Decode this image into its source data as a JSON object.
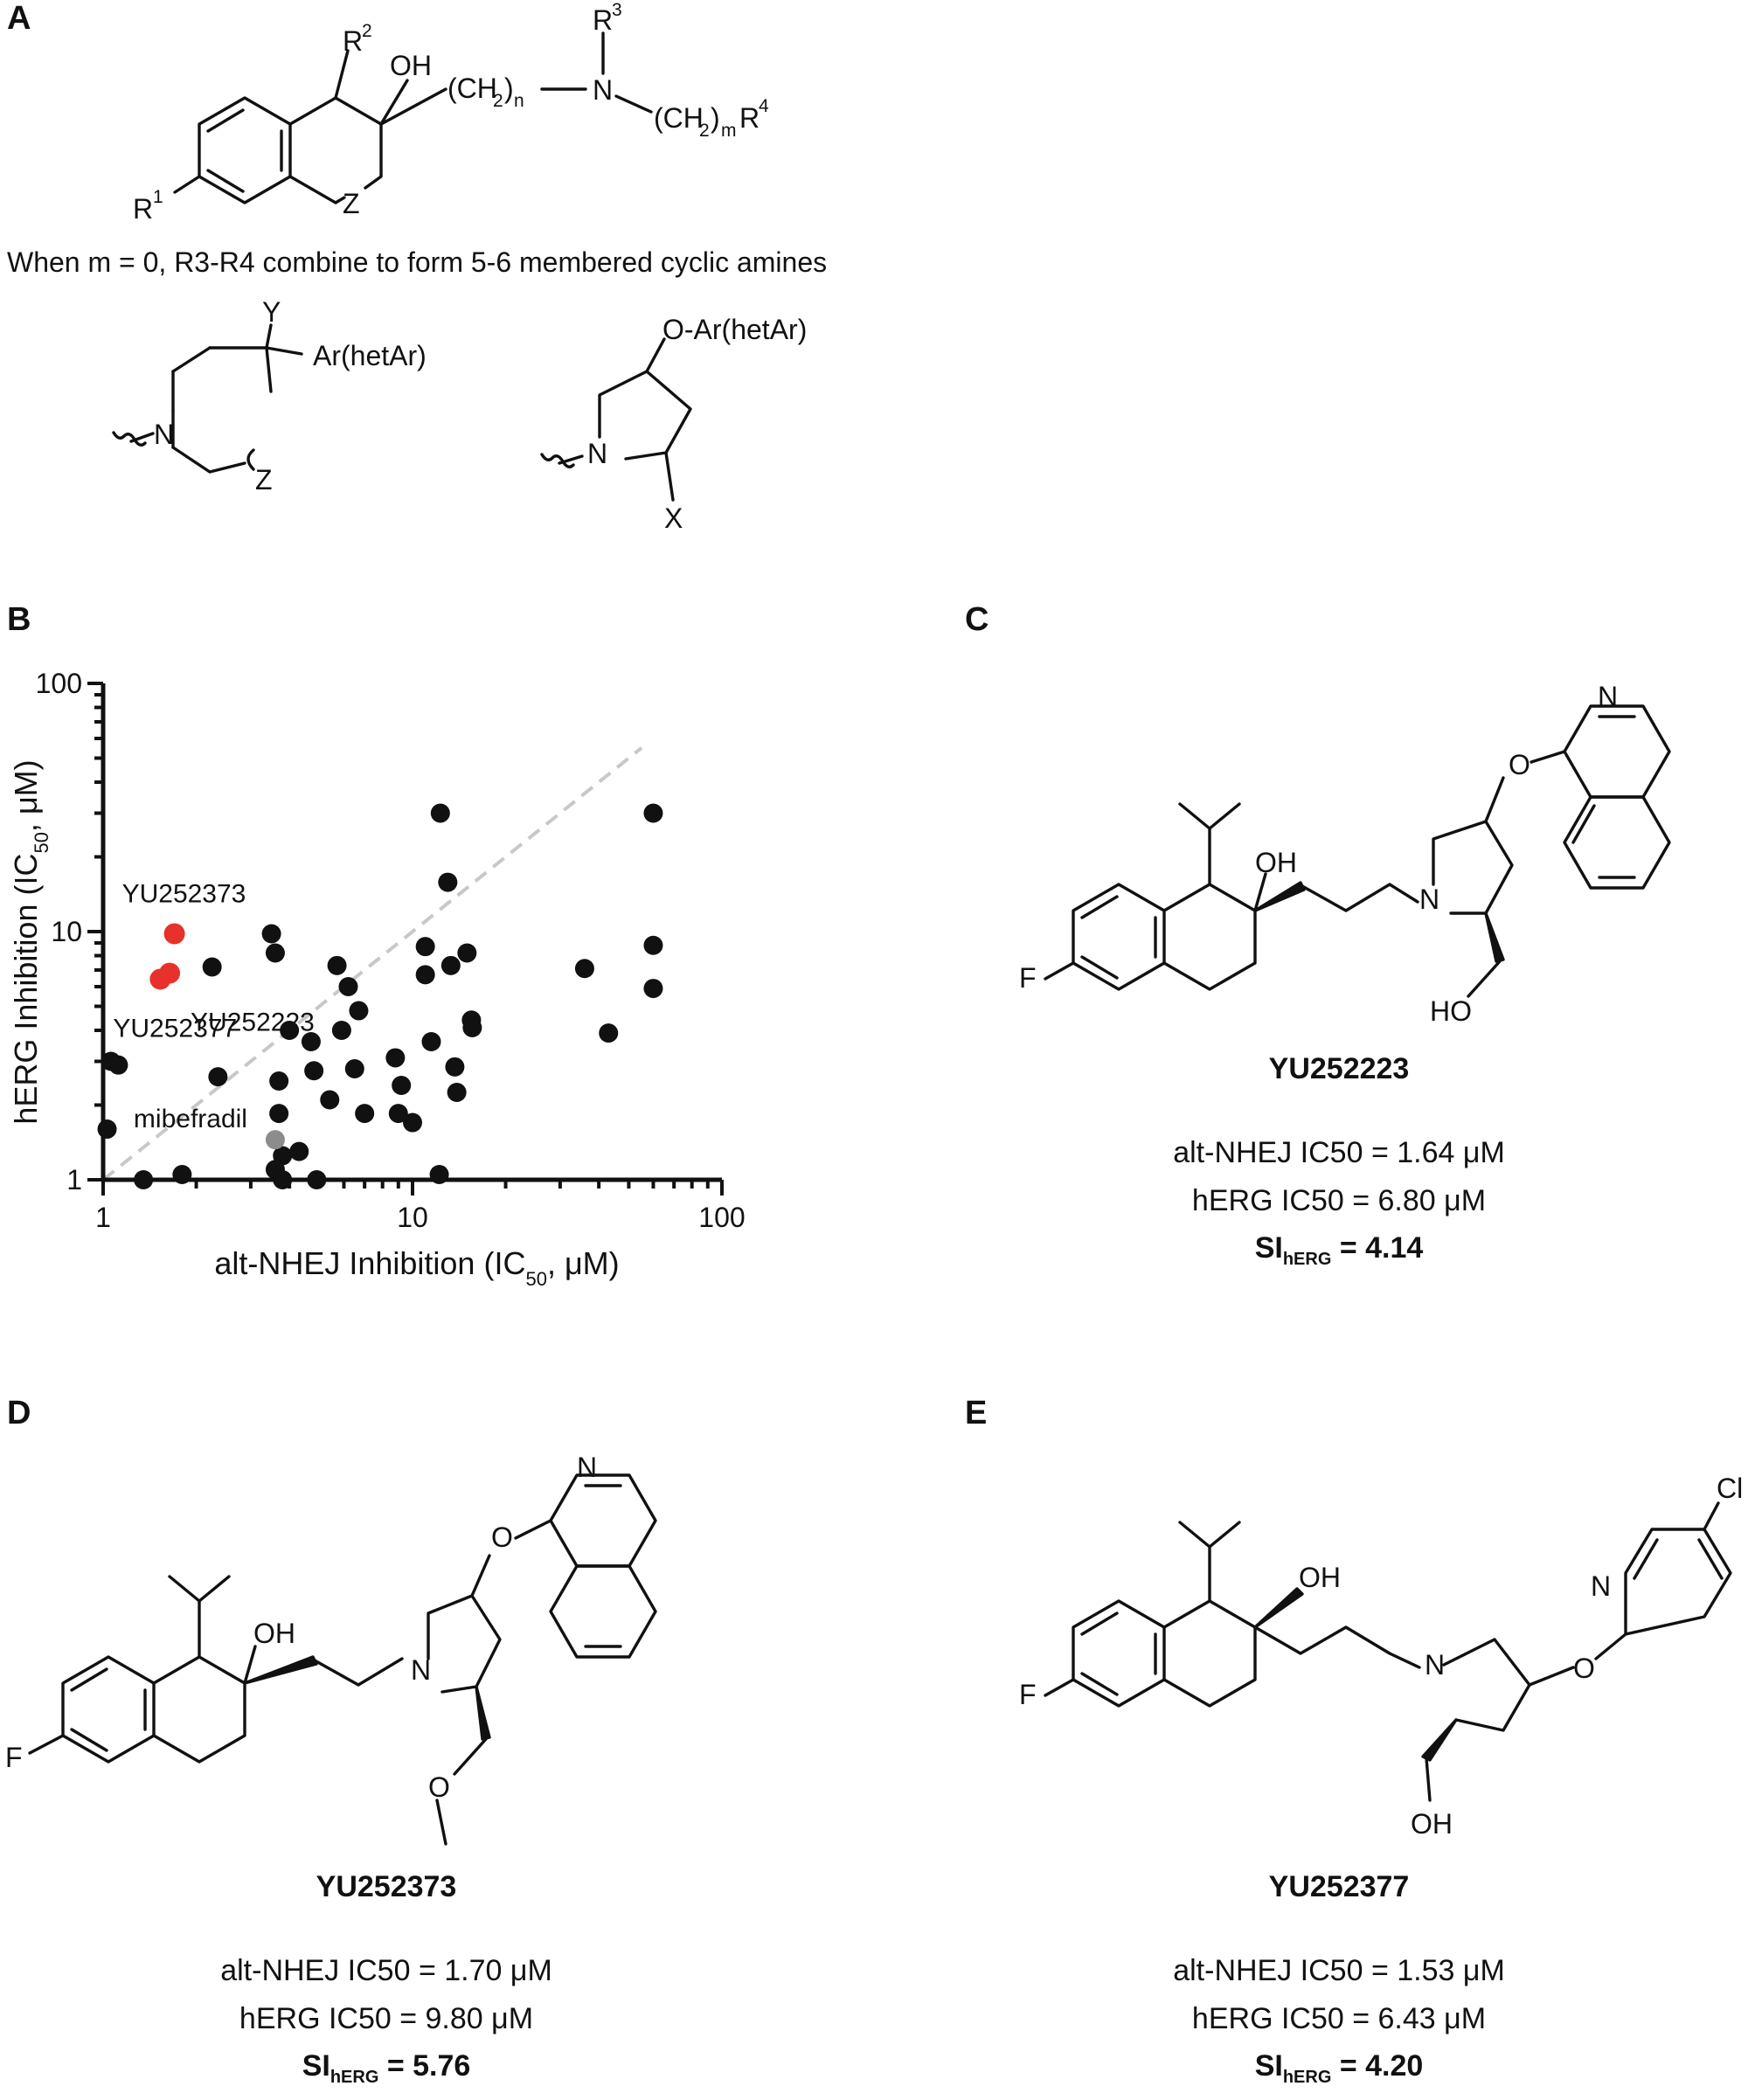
{
  "panels": {
    "a": "A",
    "b": "B",
    "c": "C",
    "d": "D",
    "e": "E"
  },
  "panel_a": {
    "note": "When m = 0, R3-R4 combine to form 5-6 membered cyclic amines",
    "labels": {
      "r1": "R",
      "r1_sup": "1",
      "r2": "R",
      "r2_sup": "2",
      "r3": "R",
      "r3_sup": "3",
      "r4_group": "(CH",
      "r4_group_sub": "2",
      "r4_group_close": ")",
      "r4_m": "m",
      "r4": "R",
      "r4_sup": "4",
      "oh": "OH",
      "chain_n": "(CH",
      "chain_n_sub": "2",
      "chain_n_close": ")",
      "chain_n_n": "n",
      "amine_n": "N",
      "z": "Z",
      "pip_y": "Y",
      "pip_ar": "Ar(hetAr)",
      "pip_n": "N",
      "pip_z": "Z",
      "pyr_oar": "O-Ar(hetAr)",
      "pyr_n": "N",
      "pyr_x": "X"
    }
  },
  "compounds": [
    {
      "id": "c",
      "name": "YU252223",
      "line1": "alt-NHEJ IC50 = 1.64 μM",
      "line2": "hERG IC50 =  6.80 μM",
      "si_prefix": "SI",
      "si_sub": "hERG",
      "si_value": " = 4.14",
      "atoms": {
        "f": "F",
        "oh": "OH",
        "n": "N",
        "o": "O",
        "ring_n": "N",
        "ho": "HO"
      }
    },
    {
      "id": "d",
      "name": "YU252373",
      "line1": "alt-NHEJ IC50 = 1.70 μM",
      "line2": "hERG IC50 =  9.80 μM",
      "si_prefix": "SI",
      "si_sub": "hERG",
      "si_value": " = 5.76",
      "atoms": {
        "f": "F",
        "oh": "OH",
        "n": "N",
        "o": "O",
        "ring_n": "N",
        "ome": "O"
      }
    },
    {
      "id": "e",
      "name": "YU252377",
      "line1": "alt-NHEJ IC50 = 1.53 μM",
      "line2": "hERG IC50 =  6.43 μM",
      "si_prefix": "SI",
      "si_sub": "hERG",
      "si_value": " = 4.20",
      "atoms": {
        "f": "F",
        "oh": "OH",
        "n": "N",
        "o": "O",
        "ring_n": "N",
        "cl": "Cl",
        "oh2": "OH"
      }
    }
  ],
  "chart_data": {
    "type": "scatter",
    "xlabel": "alt-NHEJ Inhibition (IC",
    "xlabel_sub": "50",
    "xlabel_tail": ", μM)",
    "ylabel": "hERG Inhibition (IC",
    "ylabel_sub": "50",
    "ylabel_tail": ", μM)",
    "x_scale": "log",
    "y_scale": "log",
    "xlim": [
      1,
      100
    ],
    "ylim": [
      1,
      100
    ],
    "x_ticks": [
      "1",
      "10",
      "100"
    ],
    "y_ticks": [
      "1",
      "10",
      "100"
    ],
    "diagonal": "y = x (dashed, gray)",
    "colors": {
      "points": "#111111",
      "highlight": "#e8312a",
      "reference": "#8c8c8c",
      "diagonal": "#c8c8c8"
    },
    "highlight_points": [
      {
        "label": "YU252373",
        "x": 1.7,
        "y": 9.8
      },
      {
        "label": "YU252223",
        "x": 1.64,
        "y": 6.8
      },
      {
        "label": "YU252377",
        "x": 1.53,
        "y": 6.43
      }
    ],
    "reference_point": {
      "label": "mibefradil",
      "x": 3.6,
      "y": 1.45
    },
    "points": [
      {
        "x": 1.03,
        "y": 1.6
      },
      {
        "x": 1.06,
        "y": 3.0
      },
      {
        "x": 1.12,
        "y": 2.9
      },
      {
        "x": 1.35,
        "y": 1.0
      },
      {
        "x": 1.8,
        "y": 1.05
      },
      {
        "x": 2.25,
        "y": 7.2
      },
      {
        "x": 2.35,
        "y": 2.6
      },
      {
        "x": 3.5,
        "y": 9.8
      },
      {
        "x": 3.6,
        "y": 8.2
      },
      {
        "x": 3.6,
        "y": 1.1
      },
      {
        "x": 3.7,
        "y": 2.5
      },
      {
        "x": 3.7,
        "y": 1.85
      },
      {
        "x": 3.8,
        "y": 1.25
      },
      {
        "x": 4.0,
        "y": 4.0
      },
      {
        "x": 3.8,
        "y": 1.0
      },
      {
        "x": 4.3,
        "y": 1.3
      },
      {
        "x": 4.7,
        "y": 3.6
      },
      {
        "x": 4.8,
        "y": 2.75
      },
      {
        "x": 4.9,
        "y": 1.0
      },
      {
        "x": 5.4,
        "y": 2.1
      },
      {
        "x": 5.7,
        "y": 7.3
      },
      {
        "x": 5.9,
        "y": 4.0
      },
      {
        "x": 6.2,
        "y": 6.0
      },
      {
        "x": 6.7,
        "y": 4.8
      },
      {
        "x": 6.5,
        "y": 2.8
      },
      {
        "x": 7.0,
        "y": 1.85
      },
      {
        "x": 8.8,
        "y": 3.1
      },
      {
        "x": 9.2,
        "y": 2.4
      },
      {
        "x": 9.0,
        "y": 1.85
      },
      {
        "x": 10.0,
        "y": 1.7
      },
      {
        "x": 11.0,
        "y": 8.7
      },
      {
        "x": 11.0,
        "y": 6.7
      },
      {
        "x": 11.5,
        "y": 3.6
      },
      {
        "x": 12.2,
        "y": 1.05
      },
      {
        "x": 12.3,
        "y": 30.0
      },
      {
        "x": 13.0,
        "y": 15.8
      },
      {
        "x": 13.3,
        "y": 7.3
      },
      {
        "x": 13.7,
        "y": 2.85
      },
      {
        "x": 13.9,
        "y": 2.25
      },
      {
        "x": 15.0,
        "y": 8.2
      },
      {
        "x": 15.5,
        "y": 4.4
      },
      {
        "x": 15.6,
        "y": 4.1
      },
      {
        "x": 36.0,
        "y": 7.1
      },
      {
        "x": 43.0,
        "y": 3.9
      },
      {
        "x": 60.0,
        "y": 30.0
      },
      {
        "x": 60.0,
        "y": 8.8
      },
      {
        "x": 60.0,
        "y": 5.9
      }
    ]
  }
}
